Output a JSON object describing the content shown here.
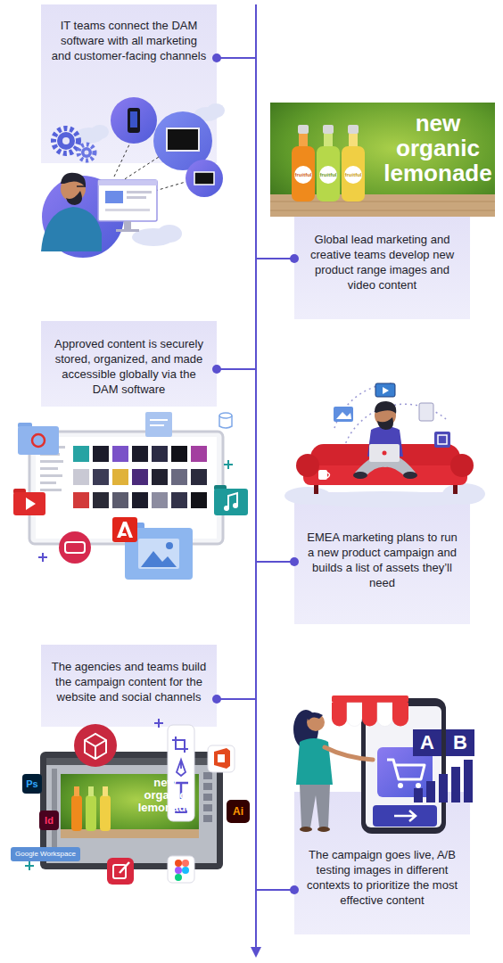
{
  "diagram": {
    "nodes": [
      {
        "text": [
          "IT teams connect the DAM software with all marketing and customer-facing channels"
        ]
      },
      {
        "text": [
          "Global lead marketing and creative teams develop new product range images and video content"
        ]
      },
      {
        "text": [
          "Approved content is securely stored, organized, and made accessible globally via the DAM software"
        ]
      },
      {
        "text": [
          "EMEA marketing plans to run a new product campaign and builds a list of assets they’ll need"
        ]
      },
      {
        "text": [
          "The agencies and teams build the campaign content for the website and social channels"
        ]
      },
      {
        "text": [
          "The campaign goes live, A/B testing images in different contexts to prioritize the most effective content"
        ]
      }
    ],
    "labels": [
      "new organic lemonade",
      "fruitful",
      "fruitful",
      "fruitful",
      "Ps",
      "Id",
      "Ai",
      "Google Workspace",
      "new organic lemonade",
      "A",
      "B"
    ]
  }
}
